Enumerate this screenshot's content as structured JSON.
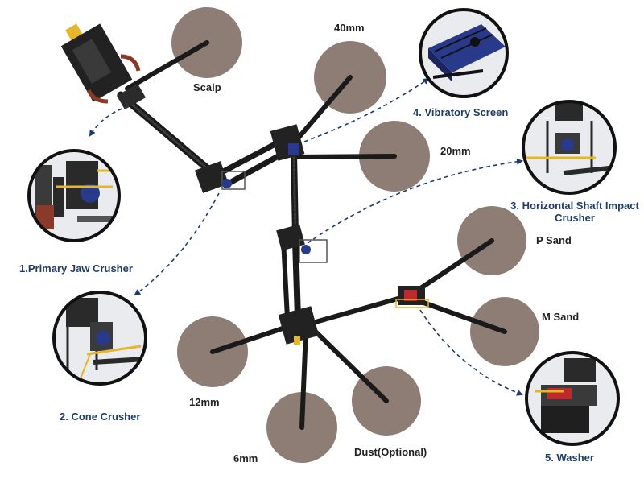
{
  "colors": {
    "pile": "#8e7d75",
    "conveyor": "#1a1a1a",
    "arrow": "#1f3d66",
    "label": "#1f3d66",
    "pile_label": "#222222",
    "machine_yellow": "#e5b52c",
    "machine_blue": "#2a3a8a",
    "washer_red": "#c0282e"
  },
  "piles": [
    {
      "id": "scalp",
      "label": "Scalp"
    },
    {
      "id": "40mm",
      "label": "40mm"
    },
    {
      "id": "20mm",
      "label": "20mm"
    },
    {
      "id": "p-sand",
      "label": "P Sand"
    },
    {
      "id": "m-sand",
      "label": "M Sand"
    },
    {
      "id": "12mm",
      "label": "12mm"
    },
    {
      "id": "6mm",
      "label": "6mm"
    },
    {
      "id": "dust",
      "label": "Dust(Optional)"
    }
  ],
  "equipment": [
    {
      "id": "jaw",
      "label": "1.Primary Jaw Crusher",
      "icon": "jaw-crusher-icon"
    },
    {
      "id": "cone",
      "label": "2. Cone Crusher",
      "icon": "cone-crusher-icon"
    },
    {
      "id": "hsi",
      "label_line1": "3. Horizontal Shaft Impact",
      "label_line2": "Crusher",
      "icon": "impact-crusher-icon"
    },
    {
      "id": "screen",
      "label": "4. Vibratory Screen",
      "icon": "vibratory-screen-icon"
    },
    {
      "id": "washer",
      "label": "5. Washer",
      "icon": "sand-washer-icon"
    }
  ]
}
